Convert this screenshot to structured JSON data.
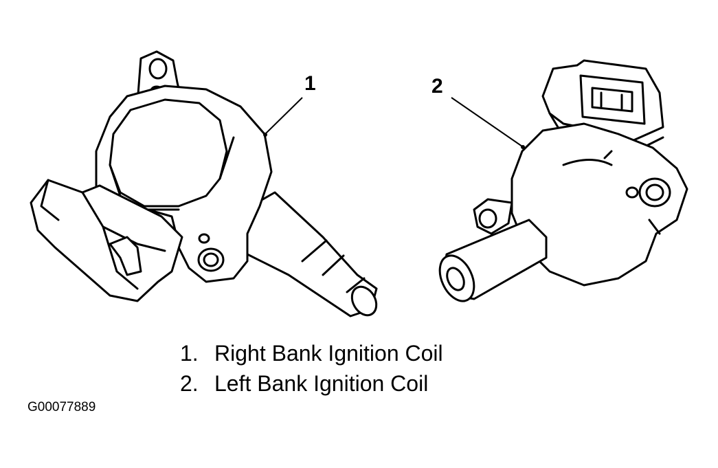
{
  "callouts": [
    {
      "number": "1"
    },
    {
      "number": "2"
    }
  ],
  "legend": [
    {
      "number": "1.",
      "label": "Right Bank Ignition Coil"
    },
    {
      "number": "2.",
      "label": "Left Bank Ignition Coil"
    }
  ],
  "figure_id": "G00077889"
}
